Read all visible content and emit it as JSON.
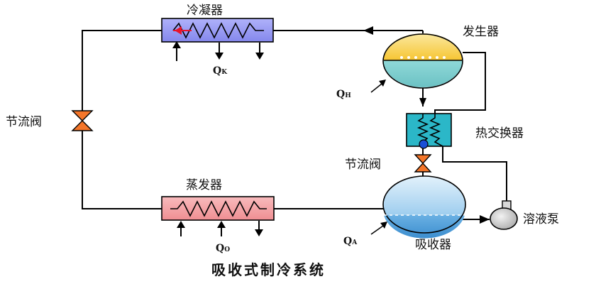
{
  "title": "吸收式制冷系统",
  "components": {
    "condenser": "冷凝器",
    "generator": "发生器",
    "throttle_valve_left": "节流阀",
    "heat_exchanger": "热交换器",
    "throttle_valve_right": "节流阀",
    "evaporator": "蒸发器",
    "absorber": "吸收器",
    "solution_pump": "溶液泵"
  },
  "heat_labels": {
    "qk": {
      "main": "Q",
      "sub": "K"
    },
    "qh": {
      "main": "Q",
      "sub": "H"
    },
    "qo": {
      "main": "Q",
      "sub": "O"
    },
    "qa": {
      "main": "Q",
      "sub": "A"
    }
  },
  "colors": {
    "condenser_fill": "#9a9cf5",
    "evaporator_fill": "#f5a3a6",
    "generator_top": "#fdd24a",
    "generator_bottom": "#7ccfd0",
    "absorber_top": "#9ecff2",
    "absorber_bottom": "#4f9fd8",
    "heat_exchanger_fill": "#26b8c9",
    "valve_fill": "#f4762a",
    "pump_fill": "#cfcfcf",
    "line": "#000000",
    "flow_arrow_red": "#e8132a"
  }
}
